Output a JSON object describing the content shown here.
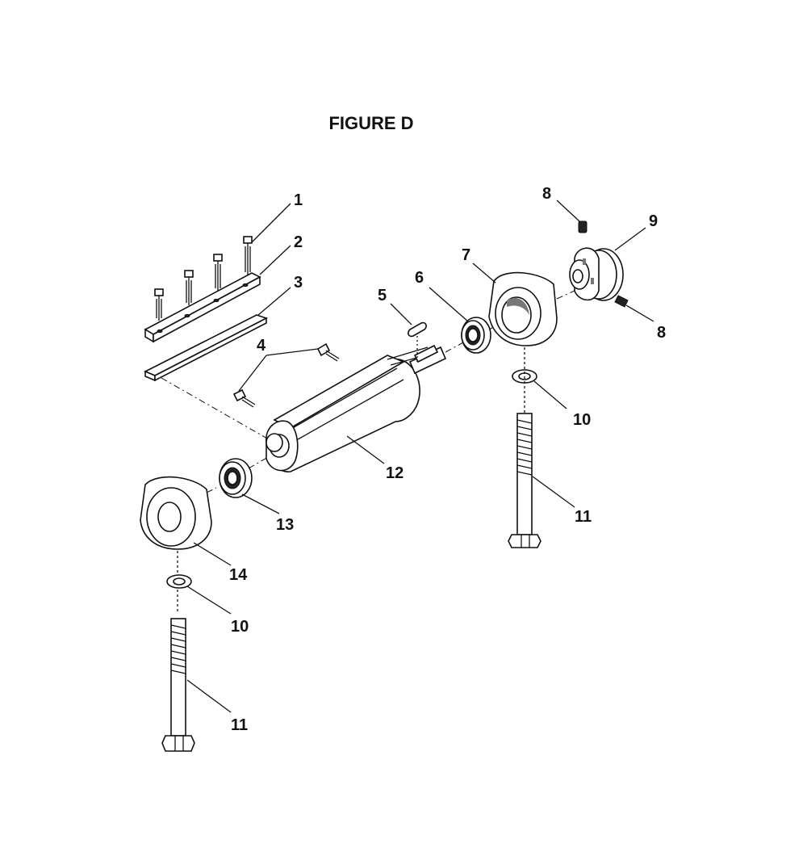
{
  "figure": {
    "title": "FIGURE D"
  },
  "callouts": [
    {
      "id": "c1",
      "label": "1"
    },
    {
      "id": "c2",
      "label": "2"
    },
    {
      "id": "c3",
      "label": "3"
    },
    {
      "id": "c4",
      "label": "4"
    },
    {
      "id": "c5",
      "label": "5"
    },
    {
      "id": "c6",
      "label": "6"
    },
    {
      "id": "c7",
      "label": "7"
    },
    {
      "id": "c8a",
      "label": "8"
    },
    {
      "id": "c8b",
      "label": "8"
    },
    {
      "id": "c9",
      "label": "9"
    },
    {
      "id": "c10a",
      "label": "10"
    },
    {
      "id": "c10b",
      "label": "10"
    },
    {
      "id": "c11a",
      "label": "11"
    },
    {
      "id": "c11b",
      "label": "11"
    },
    {
      "id": "c12",
      "label": "12"
    },
    {
      "id": "c13",
      "label": "13"
    },
    {
      "id": "c14",
      "label": "14"
    }
  ]
}
